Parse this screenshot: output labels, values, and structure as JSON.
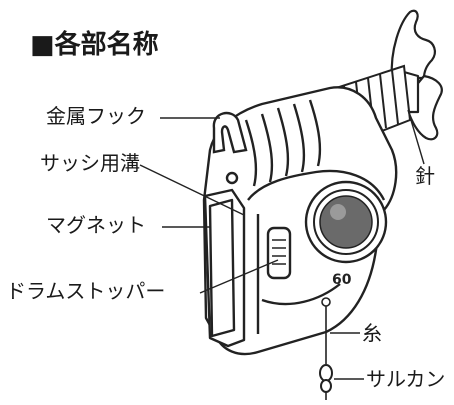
{
  "title": "■各部名称",
  "labels": {
    "hook": "金属フック",
    "sash_groove": "サッシ用溝",
    "magnet": "マグネット",
    "drum_stopper": "ドラムストッパー",
    "needle": "針",
    "thread": "糸",
    "swivel": "サルカン"
  },
  "engraving": "60"
}
